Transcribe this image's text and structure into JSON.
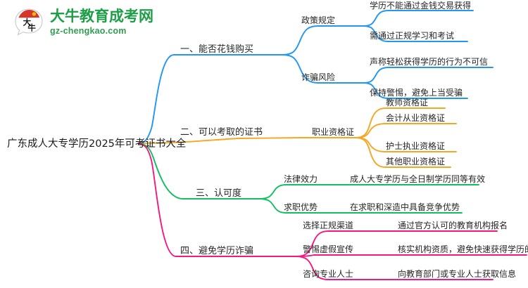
{
  "brand": {
    "logo_icon": "daniu-speech-bubble-logo",
    "mark_text": "大牛",
    "title": "大牛教育成考网",
    "domain": "gz-chengkao.com",
    "title_color": "#1d9e46",
    "domain_color": "#2f9e4f",
    "mark_accent_color": "#d9342b"
  },
  "mindmap": {
    "root": "广东成人大专学历2025年可考证书大全",
    "branches": [
      {
        "label": "一、能否花钱购买",
        "color": "#2196f3",
        "children": [
          {
            "label": "政策规定",
            "leaves": [
              "学历不能通过金钱交易获得",
              "需通过正规学习和考试"
            ]
          },
          {
            "label": "诈骗风险",
            "leaves": [
              "声称轻松获得学历的行为不可信",
              "保持警惕，避免上当受骗"
            ]
          }
        ]
      },
      {
        "label": "二、可以考取的证书",
        "color": "#f5a623",
        "children": [
          {
            "label": "职业资格证",
            "leaves": [
              "教师资格证",
              "会计从业资格证",
              "护士执业资格证",
              "其他职业资格证"
            ]
          }
        ]
      },
      {
        "label": "三、认可度",
        "color": "#0fbf62",
        "children": [
          {
            "label": "法律效力",
            "leaves": [
              "成人大专学历与全日制学历同等有效"
            ]
          },
          {
            "label": "求职优势",
            "leaves": [
              "在求职和深造中具备竞争优势"
            ]
          }
        ]
      },
      {
        "label": "四、避免学历诈骗",
        "color": "#f5187f",
        "children": [
          {
            "label": "选择正规渠道",
            "leaves": [
              "通过官方认可的教育机构报名"
            ]
          },
          {
            "label": "警惕虚假宣传",
            "leaves": [
              "核实机构资质，避免快速获得学历的承诺"
            ]
          },
          {
            "label": "咨询专业人士",
            "leaves": [
              "向教育部门或专业人士获取信息"
            ]
          }
        ]
      }
    ]
  }
}
